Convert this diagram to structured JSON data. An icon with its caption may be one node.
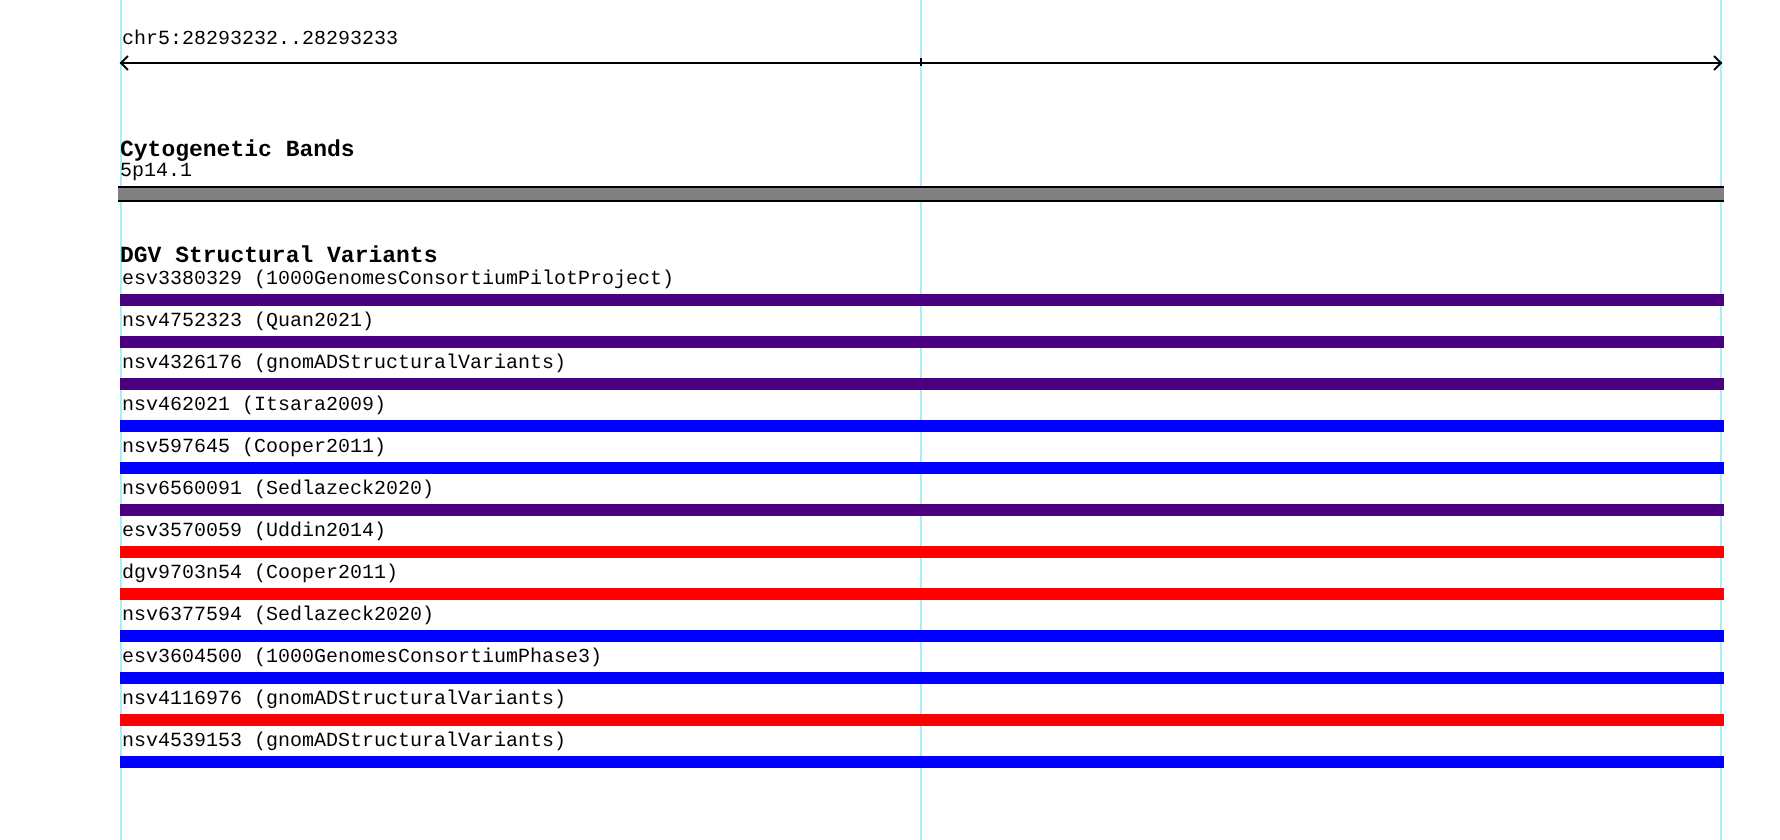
{
  "diagram": {
    "nodes": [
      {
        "text": [
          "5p14.1"
        ]
      },
      {
        "text": [
          "esv3380329 (1000GenomesConsortiumPilotProject)"
        ]
      },
      {
        "text": [
          "nsv4752323 (Quan2021)"
        ]
      },
      {
        "text": [
          "nsv4326176 (gnomADStructuralVariants)"
        ]
      },
      {
        "text": [
          "nsv462021 (Itsara2009)"
        ]
      },
      {
        "text": [
          "nsv597645 (Cooper2011)"
        ]
      },
      {
        "text": [
          "nsv6560091 (Sedlazeck2020)"
        ]
      },
      {
        "text": [
          "esv3570059 (Uddin2014)"
        ]
      },
      {
        "text": [
          "dgv9703n54 (Cooper2011)"
        ]
      },
      {
        "text": [
          "nsv6377594 (Sedlazeck2020)"
        ]
      },
      {
        "text": [
          "esv3604500 (1000GenomesConsortiumPhase3)"
        ]
      },
      {
        "text": [
          "nsv4116976 (gnomADStructuralVariants)"
        ]
      },
      {
        "text": [
          "nsv4539153 (gnomADStructuralVariants)"
        ]
      }
    ],
    "edges": [],
    "labels": [
      "chr5:28293232..28293233",
      "Cytogenetic Bands",
      "DGV Structural Variants"
    ]
  }
}
